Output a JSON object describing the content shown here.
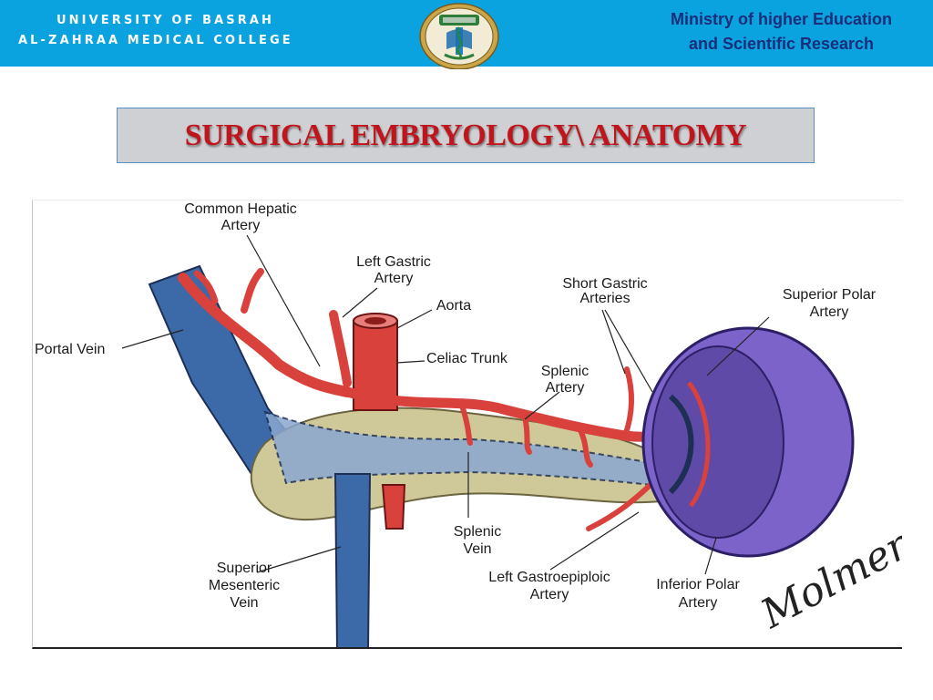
{
  "header": {
    "university": "UNIVERSITY OF BASRAH",
    "college": "AL-ZAHRAA MEDICAL COLLEGE",
    "ministry_line1": "Ministry of higher Education",
    "ministry_line2": "and Scientific Research",
    "colors": {
      "bar": "#0aa3e0",
      "ministry_text": "#1a2e7a"
    }
  },
  "logo": {
    "icon": "college-seal-icon"
  },
  "slide": {
    "title": "SURGICAL EMBRYOLOGY\\ ANATOMY",
    "title_color": "#c0151d"
  },
  "figure": {
    "labels": {
      "common_hepatic_1": "Common Hepatic",
      "common_hepatic_2": "Artery",
      "left_gastric_1": "Left Gastric",
      "left_gastric_2": "Artery",
      "aorta": "Aorta",
      "portal_vein": "Portal Vein",
      "celiac_trunk": "Celiac Trunk",
      "short_gastric_1": "Short Gastric",
      "short_gastric_2": "Arteries",
      "superior_polar_1": "Superior Polar",
      "superior_polar_2": "Artery",
      "splenic_artery_1": "Splenic",
      "splenic_artery_2": "Artery",
      "splenic_vein_1": "Splenic",
      "splenic_vein_2": "Vein",
      "sup_mesenteric_1": "Superior",
      "sup_mesenteric_2": "Mesenteric",
      "sup_mesenteric_3": "Vein",
      "left_gastroepiploic_1": "Left Gastroepiploic",
      "left_gastroepiploic_2": "Artery",
      "inferior_polar_1": "Inferior Polar",
      "inferior_polar_2": "Artery",
      "signature": "Molmenti"
    },
    "colors": {
      "artery": "#d9413c",
      "vein": "#3c69a8",
      "pancreas": "#cfc99a",
      "spleen": "#7b63c9"
    }
  }
}
